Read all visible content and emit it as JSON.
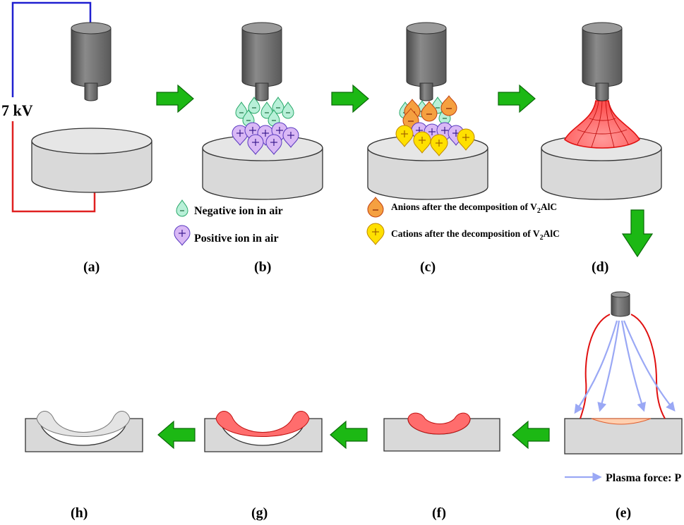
{
  "diagram": {
    "voltage_label": "7 kV",
    "panel_labels": [
      "(a)",
      "(b)",
      "(c)",
      "(d)",
      "(e)",
      "(f)",
      "(g)",
      "(h)"
    ],
    "legend": {
      "negative_ion": "Negative ion in air",
      "positive_ion": "Positive ion in air",
      "anions_prefix": "Anions after the decomposition of V",
      "cations_prefix": "Cations after the decomposition of V",
      "subscript": "2",
      "compound_suffix": "AlC",
      "plasma_force": "Plasma force: P"
    },
    "colors": {
      "negative_ion": "#b8f0d8",
      "positive_ion": "#d9b8f5",
      "anion": "#f5a040",
      "cation": "#ffe000",
      "plasma": "#ff6d6d",
      "arrow": "#1cb814",
      "electrode": "#6e6e6e",
      "substrate": "#d9d9d9"
    },
    "icons": {
      "negative_symbol": "-",
      "positive_symbol": "+"
    }
  }
}
